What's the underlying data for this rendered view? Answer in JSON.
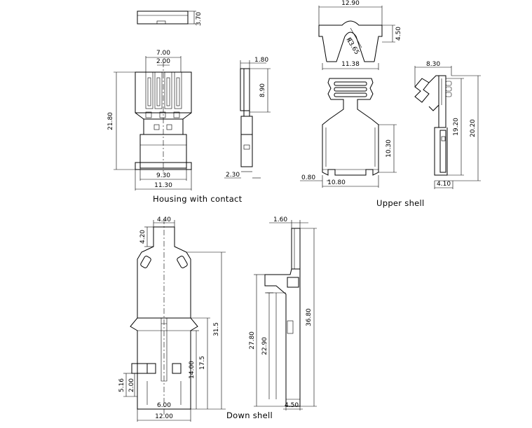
{
  "captions": {
    "housing": "Housing with contact",
    "upper": "Upper shell",
    "down": "Down shell"
  },
  "dims": {
    "housing_top_h": "3.70",
    "housing_w7": "7.00",
    "housing_w2": "2.00",
    "housing_h21": "21.80",
    "housing_w93": "9.30",
    "housing_w113": "11.30",
    "side_180": "1.80",
    "side_890": "8.90",
    "side_230": "2.30",
    "upper_1290": "12.90",
    "upper_450": "4.50",
    "upper_r": "R3.65",
    "upper_1138": "11.38",
    "upper_1030": "10.30",
    "upper_080": "0.80",
    "upper_1080": "10.80",
    "upper_830": "8.30",
    "upper_1920": "19.20",
    "upper_2020": "20.20",
    "upper_410": "4.10",
    "down_440": "4.40",
    "down_420": "4.20",
    "down_315": "31.5",
    "down_175": "17.5",
    "down_1400": "14.00",
    "down_516": "5.16",
    "down_200": "2.00",
    "down_600": "6.00",
    "down_1200": "12.00",
    "down_160": "1.60",
    "down_3680": "36.80",
    "down_2780": "27.80",
    "down_2290": "22.90",
    "down_450": "4.50"
  }
}
